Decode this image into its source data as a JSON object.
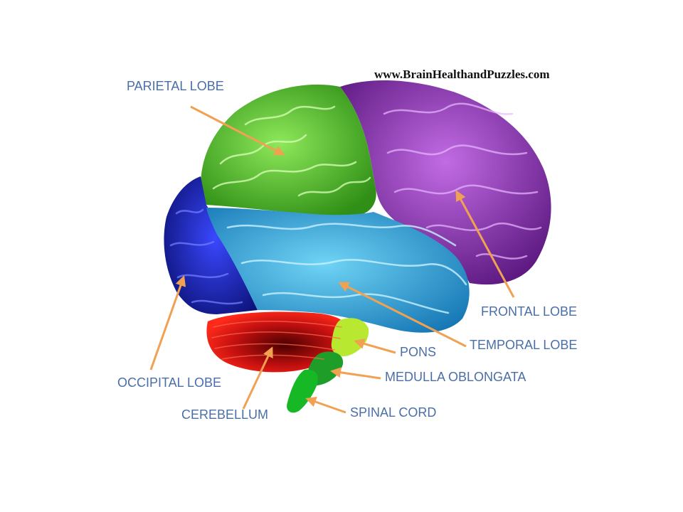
{
  "website": "www.BrainHealthandPuzzles.com",
  "labels": {
    "parietal": "PARIETAL LOBE",
    "frontal": "FRONTAL LOBE",
    "temporal": "TEMPORAL LOBE",
    "pons": "PONS",
    "medulla": "MEDULLA OBLONGATA",
    "spinal": "SPINAL CORD",
    "occipital": "OCCIPITAL LOBE",
    "cerebellum": "CEREBELLUM"
  },
  "colors": {
    "label_text": "#4a6fa8",
    "arrow": "#f0a152",
    "parietal": "#4fc52a",
    "frontal": "#9b35c2",
    "temporal": "#2aa8e0",
    "occipital": "#1a22c8",
    "cerebellum": "#d41414",
    "pons": "#b8e830",
    "medulla": "#1e9e28",
    "spinal": "#17b826"
  },
  "icons": {
    "brain": "brain-illustration",
    "arrows": "orange-pointer-arrow"
  }
}
